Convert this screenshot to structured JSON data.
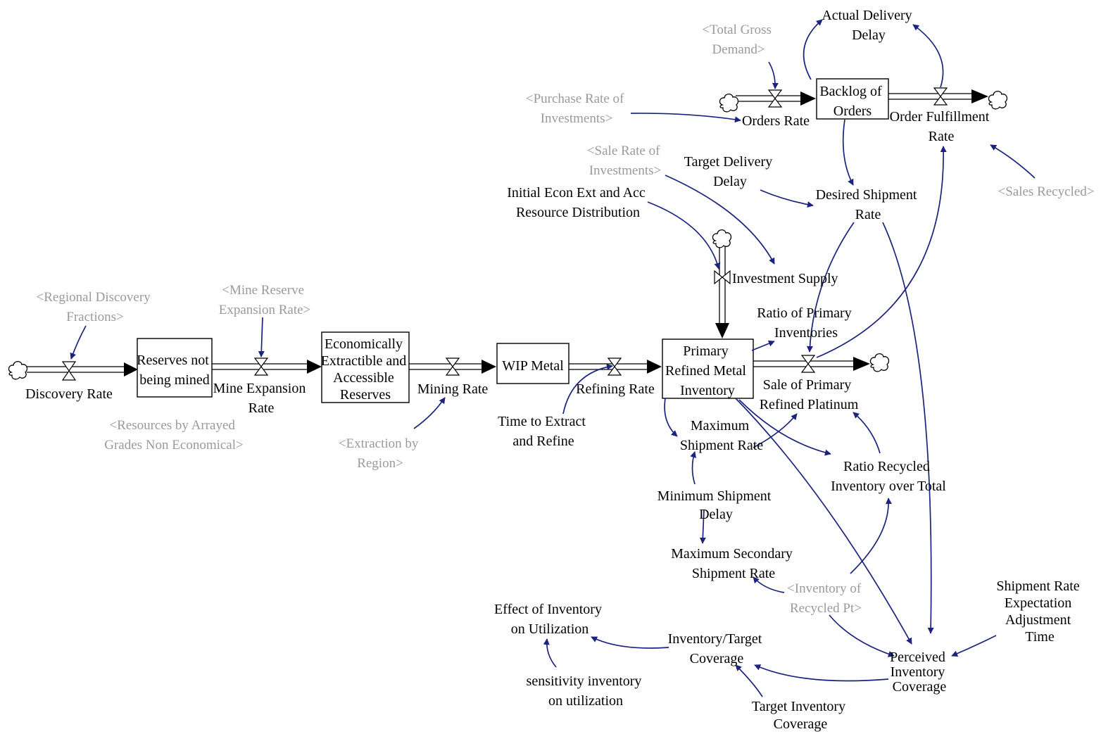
{
  "stocks": {
    "reserves_not_mined": [
      "Reserves not",
      "being mined"
    ],
    "economic_reserves": [
      "Economically",
      "Extractible and",
      "Accessible",
      "Reserves"
    ],
    "wip_metal": [
      "WIP Metal"
    ],
    "primary_inventory": [
      "Primary",
      "Refined Metal",
      "Inventory"
    ],
    "backlog": [
      "Backlog of",
      "Orders"
    ]
  },
  "flows": {
    "discovery_rate": [
      "Discovery Rate"
    ],
    "mine_expansion_rate": [
      "Mine Expansion",
      "Rate"
    ],
    "mining_rate": [
      "Mining Rate"
    ],
    "refining_rate": [
      "Refining Rate"
    ],
    "investment_supply": [
      "Investment Supply"
    ],
    "sale_primary": [
      "Sale of Primary",
      "Refined Platinum"
    ],
    "orders_rate": [
      "Orders Rate"
    ],
    "order_fulfillment": [
      "Order Fulfillment",
      "Rate"
    ]
  },
  "variables": {
    "actual_delivery_delay": [
      "Actual Delivery",
      "Delay"
    ],
    "target_delivery_delay": [
      "Target Delivery",
      "Delay"
    ],
    "desired_shipment_rate": [
      "Desired Shipment",
      "Rate"
    ],
    "initial_econ": [
      "Initial Econ Ext and Acc",
      "Resource Distribution"
    ],
    "ratio_primary": [
      "Ratio of Primary",
      "Inventories"
    ],
    "time_to_extract": [
      "Time to Extract",
      "and Refine"
    ],
    "max_shipment_rate": [
      "Maximum",
      "Shipment Rate"
    ],
    "ratio_recycled": [
      "Ratio Recycled",
      "Inventory over Total"
    ],
    "min_shipment_delay": [
      "Minimum Shipment",
      "Delay"
    ],
    "max_secondary": [
      "Maximum Secondary",
      "Shipment Rate"
    ],
    "shipment_expectation": [
      "Shipment Rate",
      "Expectation",
      "Adjustment",
      "Time"
    ],
    "perceived_coverage": [
      "Perceived",
      "Inventory",
      "Coverage"
    ],
    "effect_inventory": [
      "Effect of Inventory",
      "on Utilization"
    ],
    "inventory_target": [
      "Inventory/Target",
      "Coverage"
    ],
    "sensitivity": [
      "sensitivity inventory",
      "on utilization"
    ],
    "target_coverage": [
      "Target Inventory",
      "Coverage"
    ]
  },
  "shadow_variables": {
    "regional_discovery": [
      "<Regional Discovery",
      "Fractions>"
    ],
    "mine_reserve_expansion": [
      "<Mine Reserve",
      "Expansion Rate>"
    ],
    "resources_arrayed": [
      "<Resources by Arrayed",
      "Grades Non Economical>"
    ],
    "extraction_region": [
      "<Extraction by",
      "Region>"
    ],
    "total_gross_demand": [
      "<Total Gross",
      "Demand>"
    ],
    "purchase_rate": [
      "<Purchase Rate of",
      "Investments>"
    ],
    "sale_rate": [
      "<Sale Rate of",
      "Investments>"
    ],
    "sales_recycled": [
      "<Sales Recycled>"
    ],
    "inventory_recycled": [
      "<Inventory of",
      "Recycled Pt>"
    ]
  },
  "colors": {
    "link": "#1a237e",
    "shadow_text": "#9a9a9a",
    "stock_border": "#000000",
    "text": "#000000"
  }
}
